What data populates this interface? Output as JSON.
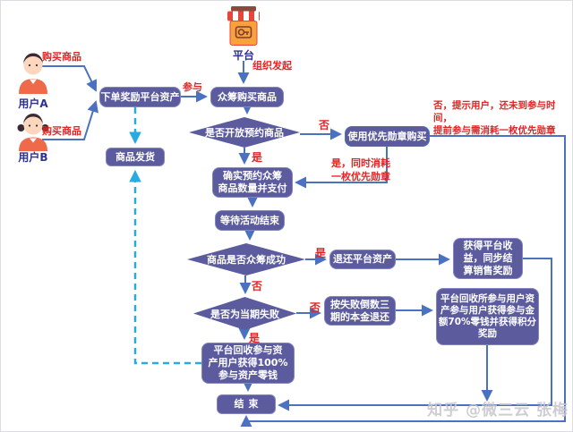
{
  "watermark": "知乎 @微三云 张梅",
  "platform": {
    "label": "平台",
    "edge": "组织发起"
  },
  "user_a": {
    "label": "用户A",
    "edge": "购买商品"
  },
  "user_b": {
    "label": "用户B",
    "edge": "购买商品"
  },
  "nodes": {
    "order_reward": "下单奖励平台资产",
    "crowdfund_buy": "众筹购买商品",
    "ship": "商品发货",
    "open_reserve": "是否开放预约商品",
    "use_medal": "使用优先勋章购买",
    "confirm_pay": "确实预约众筹\n商品数量并支付",
    "wait_end": "等待活动结束",
    "crowdfund_success": "商品是否众筹成功",
    "refund_assets": "退还平台资产",
    "gain_revenue": "获得平台收\n益，同步结\n算销售奖励",
    "current_fail": "是否为当期失败",
    "principal_return": "按失败倒数三\n期的本金退还",
    "recycle_70": "平台回收所参与用户资\n产参与用户获得参与金\n额70%零钱并获得积分\n奖励",
    "recycle_100": "平台回收参与资\n产用户获得100%\n参与资产零钱",
    "end": "结束"
  },
  "edge_labels": {
    "participate": "参与",
    "yes": "是",
    "no": "否",
    "no_hint": "否，提示用户，还未到参与时间，\n提前参与需消耗一枚优先勋章",
    "yes_consume": "是，同时消耗\n一枚优先勋章"
  },
  "colors": {
    "node_fill": "#5b5b9e",
    "node_text": "#ffffff",
    "line_blue": "#4a72c0",
    "dashed_cyan": "#29abe2",
    "label_red": "#e02525",
    "actor_navy": "#2f3192",
    "watermark_gray": "#c6c6ce"
  }
}
